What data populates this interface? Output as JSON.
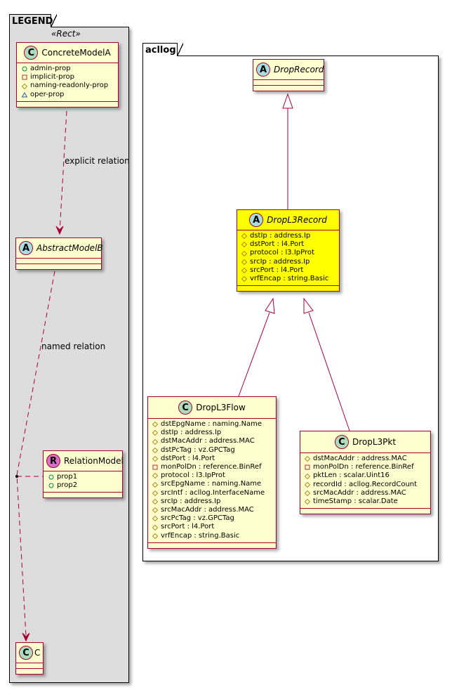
{
  "legend": {
    "package_name": "LEGEND",
    "stereotype": "«Rect»",
    "concrete_model": {
      "badge": "C",
      "name": "ConcreteModelA",
      "attributes": [
        {
          "visibility": "public-circle",
          "text": "admin-prop"
        },
        {
          "visibility": "private-square",
          "text": "implicit-prop"
        },
        {
          "visibility": "protected-diamond",
          "text": "naming-readonly-prop"
        },
        {
          "visibility": "package-triangle",
          "text": "oper-prop"
        }
      ]
    },
    "abstract_model": {
      "badge": "A",
      "name": "AbstractModelB"
    },
    "relation_model": {
      "badge": "R",
      "name": "RelationModel",
      "attributes": [
        {
          "visibility": "public-circle",
          "text": "prop1"
        },
        {
          "visibility": "public-circle",
          "text": "prop2"
        }
      ]
    },
    "c_model": {
      "badge": "C",
      "name": "C"
    },
    "explicit_relation_label": "explicit relation",
    "named_relation_label": "named relation"
  },
  "acllog": {
    "package_name": "acllog",
    "drop_record": {
      "badge": "A",
      "name": "DropRecord"
    },
    "drop_l3_record": {
      "badge": "A",
      "name": "DropL3Record",
      "highlight_color": "#ffff00",
      "attributes": [
        {
          "visibility": "protected-diamond",
          "text": "dstIp : address.Ip"
        },
        {
          "visibility": "protected-diamond",
          "text": "dstPort : l4.Port"
        },
        {
          "visibility": "protected-diamond",
          "text": "protocol : l3.IpProt"
        },
        {
          "visibility": "protected-diamond",
          "text": "srcIp : address.Ip"
        },
        {
          "visibility": "protected-diamond",
          "text": "srcPort : l4.Port"
        },
        {
          "visibility": "protected-diamond",
          "text": "vrfEncap : string.Basic"
        }
      ]
    },
    "drop_l3_flow": {
      "badge": "C",
      "name": "DropL3Flow",
      "attributes": [
        {
          "visibility": "protected-diamond",
          "text": "dstEpgName : naming.Name"
        },
        {
          "visibility": "protected-diamond",
          "text": "dstIp : address.Ip"
        },
        {
          "visibility": "protected-diamond",
          "text": "dstMacAddr : address.MAC"
        },
        {
          "visibility": "protected-diamond",
          "text": "dstPcTag : vz.GPCTag"
        },
        {
          "visibility": "protected-diamond",
          "text": "dstPort : l4.Port"
        },
        {
          "visibility": "private-square",
          "text": "monPolDn : reference.BinRef"
        },
        {
          "visibility": "protected-diamond",
          "text": "protocol : l3.IpProt"
        },
        {
          "visibility": "protected-diamond",
          "text": "srcEpgName : naming.Name"
        },
        {
          "visibility": "protected-diamond",
          "text": "srcIntf : acllog.InterfaceName"
        },
        {
          "visibility": "protected-diamond",
          "text": "srcIp : address.Ip"
        },
        {
          "visibility": "protected-diamond",
          "text": "srcMacAddr : address.MAC"
        },
        {
          "visibility": "protected-diamond",
          "text": "srcPcTag : vz.GPCTag"
        },
        {
          "visibility": "protected-diamond",
          "text": "srcPort : l4.Port"
        },
        {
          "visibility": "protected-diamond",
          "text": "vrfEncap : string.Basic"
        }
      ]
    },
    "drop_l3_pkt": {
      "badge": "C",
      "name": "DropL3Pkt",
      "attributes": [
        {
          "visibility": "protected-diamond",
          "text": "dstMacAddr : address.MAC"
        },
        {
          "visibility": "private-square",
          "text": "monPolDn : reference.BinRef"
        },
        {
          "visibility": "protected-diamond",
          "text": "pktLen : scalar.Uint16"
        },
        {
          "visibility": "protected-diamond",
          "text": "recordId : acllog.RecordCount"
        },
        {
          "visibility": "protected-diamond",
          "text": "srcMacAddr : address.MAC"
        },
        {
          "visibility": "protected-diamond",
          "text": "timeStamp : scalar.Date"
        }
      ]
    }
  },
  "colors": {
    "class_fill": "#fefece",
    "class_border": "#a80036",
    "legend_fill": "#dddddd",
    "badge_class": "#addbbc",
    "badge_abstract": "#a9dcdf",
    "badge_relation": "#d76ec9"
  }
}
